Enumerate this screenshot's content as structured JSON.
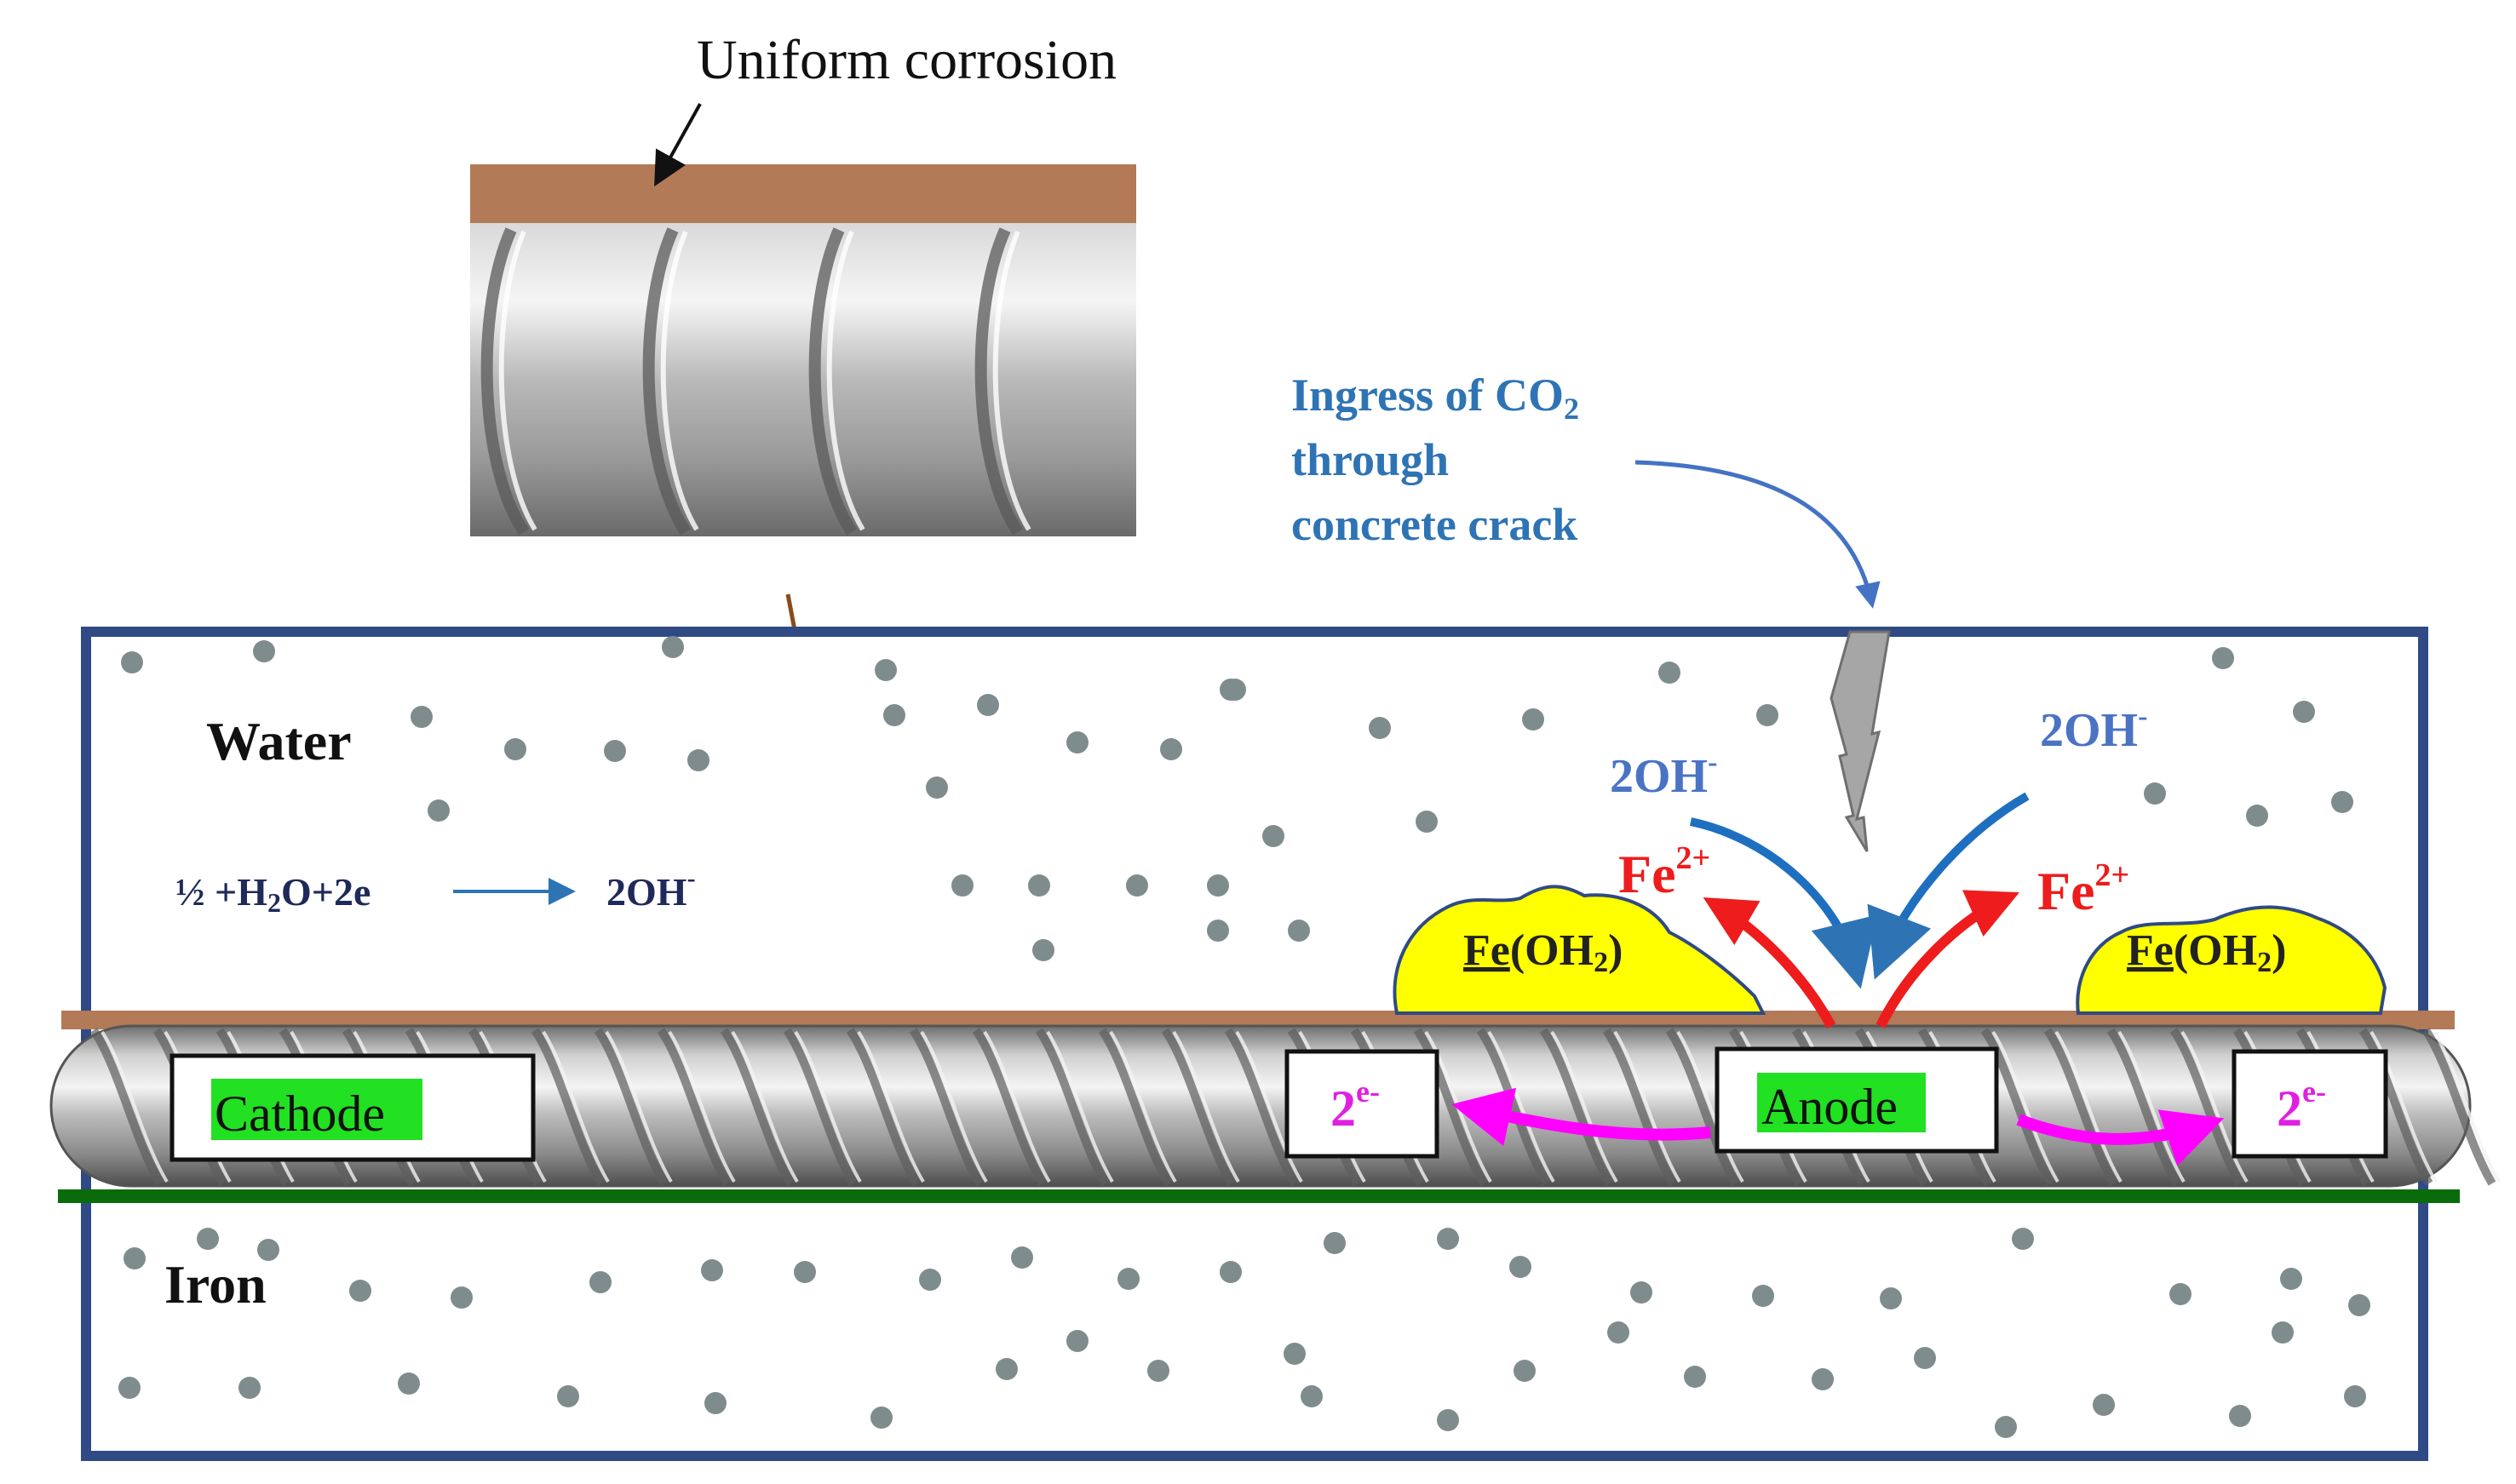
{
  "labels": {
    "uniform_corrosion": "Uniform corrosion",
    "ingress_line1": "Ingress of CO",
    "ingress_sub": "2",
    "ingress_line2": "through",
    "ingress_line3": "concrete crack",
    "water": "Water",
    "iron": "Iron",
    "reaction_left": "½ +H",
    "reaction_h2o_sub": "2",
    "reaction_right": "O+2e",
    "reaction_product": "2OH",
    "reaction_product_sup": "-",
    "oh_left": "2OH",
    "oh_left_sup": "-",
    "oh_right": "2OH",
    "oh_right_sup": "-",
    "fe_left": "Fe",
    "fe_left_sup": "2+",
    "fe_right": "Fe",
    "fe_right_sup": "2+",
    "feoh_left_fe": "Fe",
    "feoh_left_rest": "(OH",
    "feoh_left_sub": "2",
    "feoh_left_close": ")",
    "feoh_right_fe": "Fe",
    "feoh_right_rest": "(OH",
    "feoh_right_sub": "2",
    "feoh_right_close": ")",
    "cathode": "Cathode",
    "anode": "Anode",
    "electron_left": "2",
    "electron_left_sup": "e-",
    "electron_right": "2",
    "electron_right_sup": "e-"
  },
  "colors": {
    "frame": "#2f4a85",
    "rust": "#b27a56",
    "deposit": "#ffff00",
    "label_highlight": "#22e022",
    "electron_arrow": "#ff00ff",
    "fe_arrow": "#ee1c1c",
    "oh_arrow": "#2e74b5",
    "ground_line": "#0a6b0a",
    "dots": "#7f8c8d"
  },
  "icons": [
    "lightning-crack-icon",
    "curved-arrow-icon",
    "straight-arrow-icon"
  ]
}
